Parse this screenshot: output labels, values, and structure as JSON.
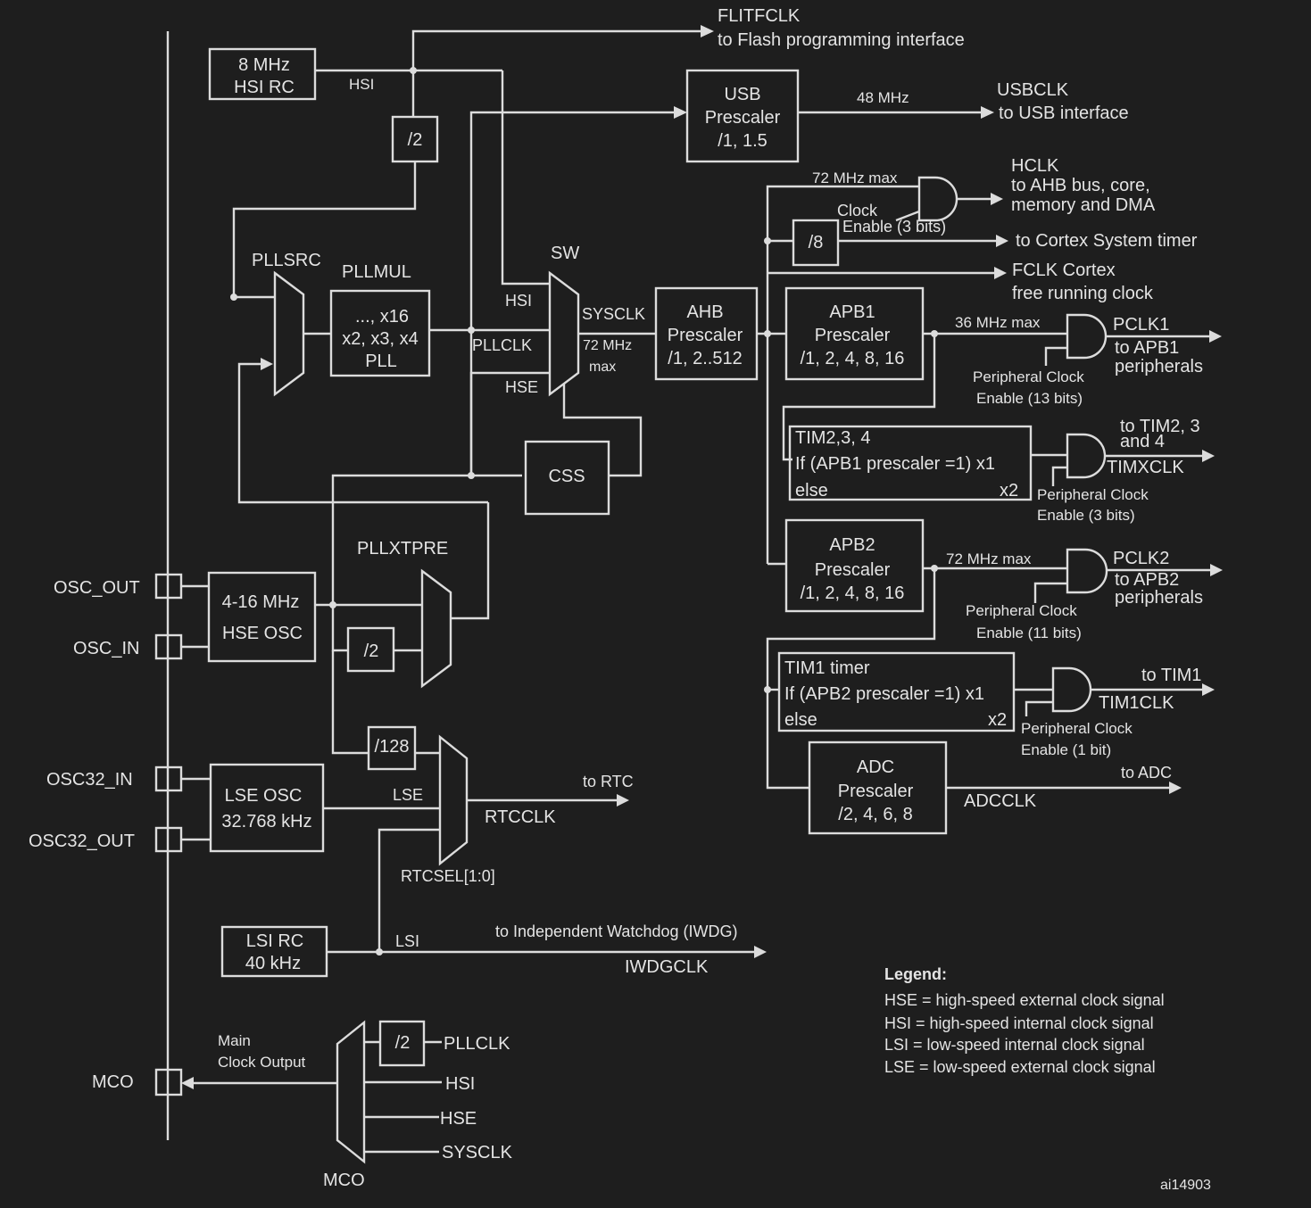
{
  "blocks": {
    "hsi_rc": [
      "8 MHz",
      "HSI RC"
    ],
    "usb_prescaler": [
      "USB",
      "Prescaler",
      "/1, 1.5"
    ],
    "pll": [
      "..., x16",
      "x2, x3, x4",
      "PLL"
    ],
    "ahb_prescaler": [
      "AHB",
      "Prescaler",
      "/1, 2..512"
    ],
    "apb1_prescaler": [
      "APB1",
      "Prescaler",
      "/1, 2, 4, 8, 16"
    ],
    "apb2_prescaler": [
      "APB2",
      "Prescaler",
      "/1, 2, 4, 8, 16"
    ],
    "css": "CSS",
    "hse_osc": [
      "4-16 MHz",
      "HSE OSC"
    ],
    "lse_osc": [
      "LSE OSC",
      "32.768 kHz"
    ],
    "lsi_rc": [
      "LSI RC",
      "40 kHz"
    ],
    "adc_prescaler": [
      "ADC",
      "Prescaler",
      "/2, 4, 6, 8"
    ],
    "tim234": [
      "TIM2,3, 4",
      "If (APB1 prescaler =1) x1",
      "else",
      "x2"
    ],
    "tim1": [
      "TIM1 timer",
      "If (APB2 prescaler =1) x1",
      "else",
      "x2"
    ],
    "div2_hsi": "/2",
    "div8": "/8",
    "div2_hse": "/2",
    "div128": "/128",
    "div2_mco": "/2"
  },
  "pins": {
    "osc_out": "OSC_OUT",
    "osc_in": "OSC_IN",
    "osc32_in": "OSC32_IN",
    "osc32_out": "OSC32_OUT",
    "mco": "MCO"
  },
  "labels": {
    "hsi": "HSI",
    "pllsrc": "PLLSRC",
    "pllmul": "PLLMUL",
    "sw": "SW",
    "mux_hsi": "HSI",
    "mux_pllclk": "PLLCLK",
    "mux_hse": "HSE",
    "sysclk": "SYSCLK",
    "sysclk_max": [
      "72 MHz",
      "max"
    ],
    "pllxtpre": "PLLXTPRE",
    "lse": "LSE",
    "lsi": "LSI",
    "rtcclk": "RTCCLK",
    "rtcsel": "RTCSEL[1:0]",
    "main_clock_output": [
      "Main",
      "Clock Output"
    ],
    "mco_sel": "MCO",
    "mco_in_pllclk": "PLLCLK",
    "mco_in_hsi": "HSI",
    "mco_in_hse": "HSE",
    "mco_in_sysclk": "SYSCLK",
    "ahb_max": "72 MHz max",
    "clock_enable": [
      "Clock",
      "Enable (3 bits)"
    ],
    "apb1_max": "36 MHz max",
    "apb2_max": "72 MHz max",
    "usb_48": "48 MHz",
    "pce_13": [
      "Peripheral Clock",
      "Enable (13 bits)"
    ],
    "pce_3": [
      "Peripheral Clock",
      "Enable (3 bits)"
    ],
    "pce_11": [
      "Peripheral Clock",
      "Enable (11 bits)"
    ],
    "pce_1": [
      "Peripheral Clock",
      "Enable (1 bit)"
    ]
  },
  "outputs": {
    "flitfclk": [
      "FLITFCLK",
      "to Flash programming interface"
    ],
    "usbclk": [
      "USBCLK",
      "to USB interface"
    ],
    "hclk": [
      "HCLK",
      "to AHB bus, core,",
      "memory and DMA"
    ],
    "systimer": "to Cortex System timer",
    "fclk": [
      "FCLK Cortex",
      "free running clock"
    ],
    "pclk1": [
      "PCLK1",
      "to APB1",
      "peripherals"
    ],
    "timxclk": [
      "to TIM2, 3",
      "and 4",
      "TIMXCLK"
    ],
    "pclk2": [
      "PCLK2",
      "to APB2",
      "peripherals"
    ],
    "tim1clk": [
      "to TIM1",
      "TIM1CLK"
    ],
    "adcclk": [
      "to ADC",
      "ADCCLK"
    ],
    "rtc": [
      "to RTC"
    ],
    "iwdg": [
      "to Independent Watchdog (IWDG)",
      "IWDGCLK"
    ]
  },
  "legend": {
    "title": "Legend:",
    "items": [
      "HSE = high-speed external clock signal",
      "HSI = high-speed internal clock signal",
      "LSI = low-speed internal clock signal",
      "LSE = low-speed external clock signal"
    ]
  },
  "figure_id": "ai14903"
}
